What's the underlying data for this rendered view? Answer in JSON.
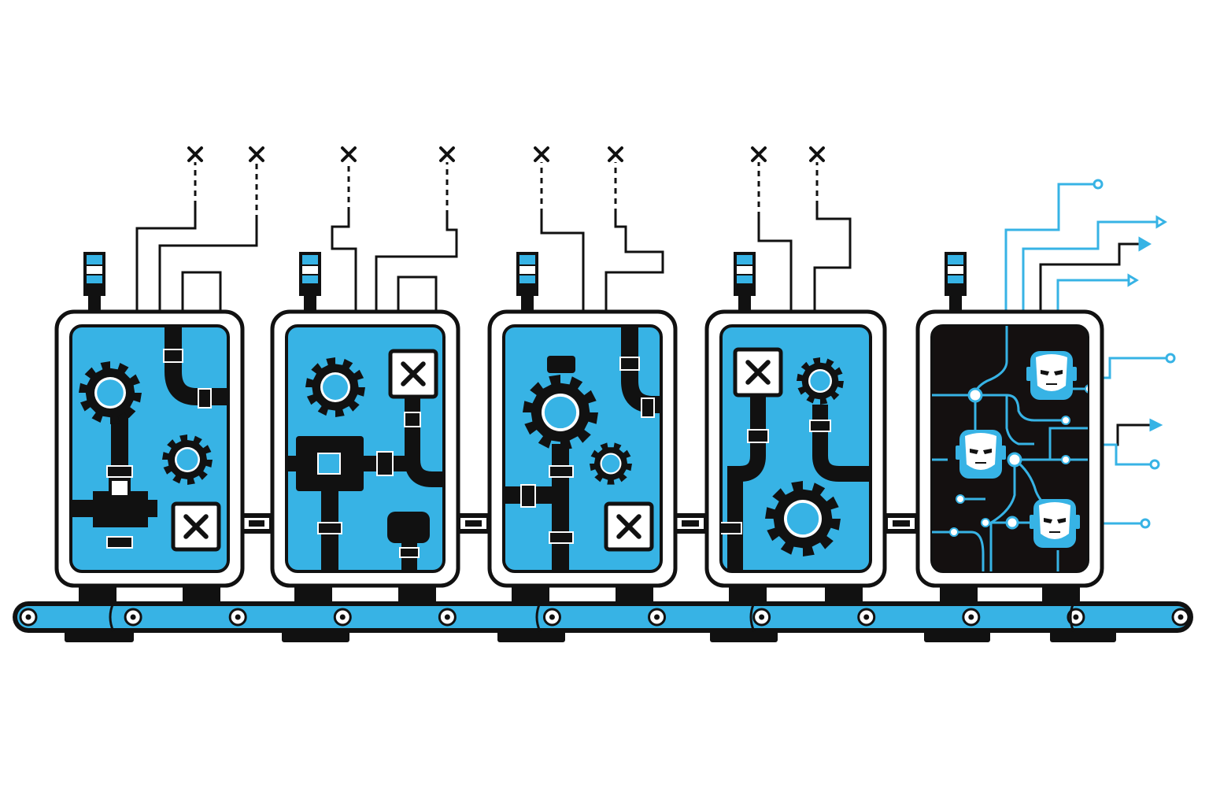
{
  "palette": {
    "ink": "#111111",
    "blue": "#37b3e5",
    "white": "#ffffff",
    "dark_panel": "#141010"
  },
  "machines": [
    {
      "name": "machine-1",
      "status": "failed",
      "panel": "blue",
      "mechanisms": [
        "gear-large",
        "gear-small",
        "pipe-elbow",
        "valve",
        "error-box"
      ],
      "outputs": [
        "failed",
        "failed"
      ]
    },
    {
      "name": "machine-2",
      "status": "failed",
      "panel": "blue",
      "mechanisms": [
        "gear-large",
        "error-box",
        "valve",
        "pipe-elbow",
        "pump"
      ],
      "outputs": [
        "failed",
        "failed"
      ]
    },
    {
      "name": "machine-3",
      "status": "failed",
      "panel": "blue",
      "mechanisms": [
        "gear-large",
        "gear-small",
        "pipe-elbow",
        "valve",
        "error-box"
      ],
      "outputs": [
        "failed",
        "failed"
      ]
    },
    {
      "name": "machine-4",
      "status": "failed",
      "panel": "blue",
      "mechanisms": [
        "error-box",
        "gear-small",
        "gear-large",
        "pipe-elbow",
        "valve"
      ],
      "outputs": [
        "failed",
        "failed"
      ]
    },
    {
      "name": "machine-5",
      "status": "working",
      "panel": "dark",
      "mechanisms": [
        "robot-head",
        "robot-head",
        "robot-head",
        "circuit-network"
      ],
      "outputs": [
        "active",
        "active",
        "active",
        "active",
        "active",
        "active",
        "active"
      ]
    }
  ],
  "conveyor": {
    "roller_count": 12,
    "shared_belt": true
  },
  "icons": {
    "failed_output": "cross-icon",
    "active_output": "arrow-icon",
    "status_light": "signal-tower-icon",
    "robot": "robot-head-icon",
    "gear": "gear-icon",
    "error": "error-box-icon"
  }
}
